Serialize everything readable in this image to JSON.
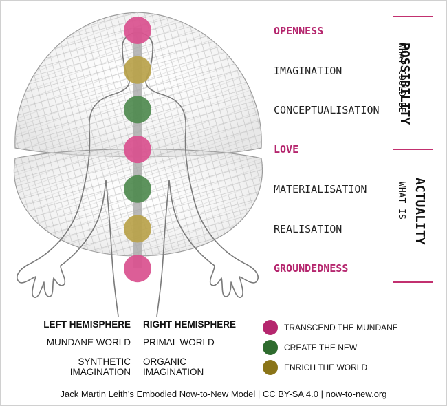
{
  "levels": [
    {
      "label": "OPENNESS",
      "accent": true
    },
    {
      "label": "IMAGINATION",
      "accent": false
    },
    {
      "label": "CONCEPTUALISATION",
      "accent": false
    },
    {
      "label": "LOVE",
      "accent": true
    },
    {
      "label": "MATERIALISATION",
      "accent": false
    },
    {
      "label": "REALISATION",
      "accent": false
    },
    {
      "label": "GROUNDEDNESS",
      "accent": true
    }
  ],
  "side_labels": {
    "possibility": {
      "title": "POSSIBILITY",
      "subtitle": "WHAT COULD BE"
    },
    "actuality": {
      "title": "ACTUALITY",
      "subtitle": "WHAT IS"
    }
  },
  "hemispheres": {
    "left": {
      "heading": "LEFT HEMISPHERE",
      "world": "MUNDANE WORLD",
      "imagination_1": "SYNTHETIC",
      "imagination_2": "IMAGINATION"
    },
    "right": {
      "heading": "RIGHT HEMISPHERE",
      "world": "PRIMAL WORLD",
      "imagination_1": "ORGANIC",
      "imagination_2": "IMAGINATION"
    }
  },
  "legend": [
    {
      "label": "TRANSCEND THE MUNDANE",
      "color": "#b5266e"
    },
    {
      "label": "CREATE THE NEW",
      "color": "#2e6b2e"
    },
    {
      "label": "ENRICH THE WORLD",
      "color": "#8a7418"
    }
  ],
  "centers": [
    {
      "color": "#d9508e"
    },
    {
      "color": "#b8a24a"
    },
    {
      "color": "#4f8a4f"
    },
    {
      "color": "#d9508e"
    },
    {
      "color": "#4f8a4f"
    },
    {
      "color": "#b8a24a"
    },
    {
      "color": "#d9508e"
    }
  ],
  "colors": {
    "accent": "#b5266e",
    "rule": "#c2306f"
  },
  "footer": "Jack Martin Leith’s Embodied Now-to-New Model | CC BY-SA 4.0 | now-to-new.org"
}
